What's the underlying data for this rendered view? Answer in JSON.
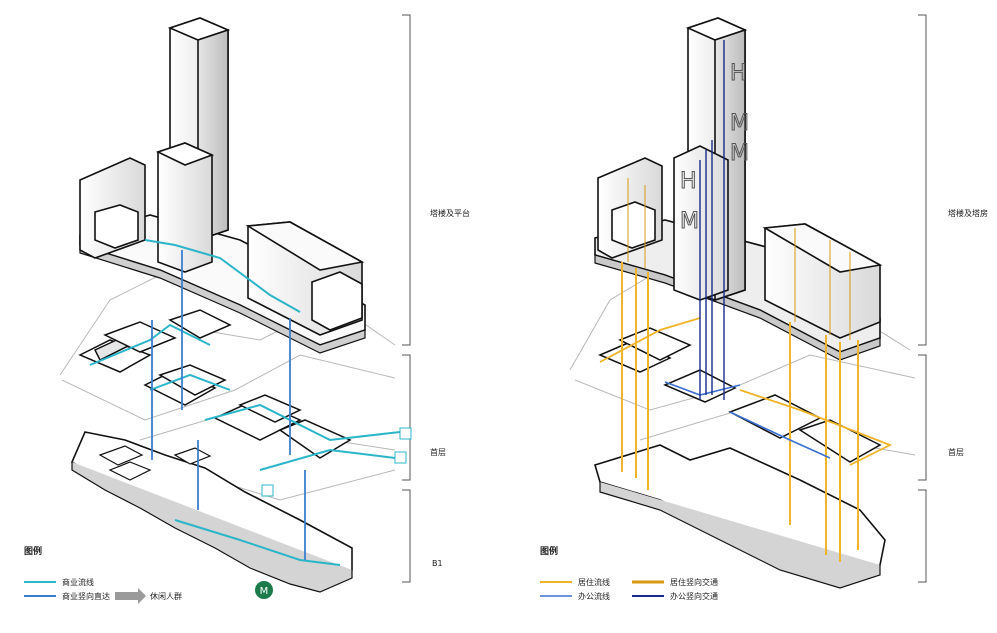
{
  "left_diagram": {
    "section_labels": {
      "tower": "塔楼及平台",
      "ground": "首层",
      "basement": "B1"
    },
    "legend": {
      "title": "图例",
      "items": [
        {
          "label": "商业流线",
          "color": "#2bb5c9"
        },
        {
          "label": "商业竖向直达",
          "color": "#3a7fd0"
        },
        {
          "label": "休闲人群",
          "color": "#888888"
        }
      ]
    }
  },
  "right_diagram": {
    "section_labels": {
      "tower": "塔楼及塔房",
      "ground": "首层"
    },
    "legend": {
      "title": "图例",
      "items": [
        {
          "label": "居住流线",
          "color": "#f0b429"
        },
        {
          "label": "居住竖向交通",
          "color": "#d89a10"
        },
        {
          "label": "办公流线",
          "color": "#3a6fd0"
        },
        {
          "label": "办公竖向交通",
          "color": "#1a2a8a"
        }
      ]
    },
    "tower_letters": [
      "H",
      "M",
      "H",
      "M",
      "M"
    ]
  },
  "colors": {
    "commercial_flow": "#2bb5c9",
    "commercial_vertical": "#3a7fd0",
    "residential_flow": "#f0b429",
    "residential_vertical": "#d89a10",
    "office_flow": "#3a6fd0",
    "office_vertical": "#1a2a8a",
    "metro_badge": "#1d7a4a"
  }
}
